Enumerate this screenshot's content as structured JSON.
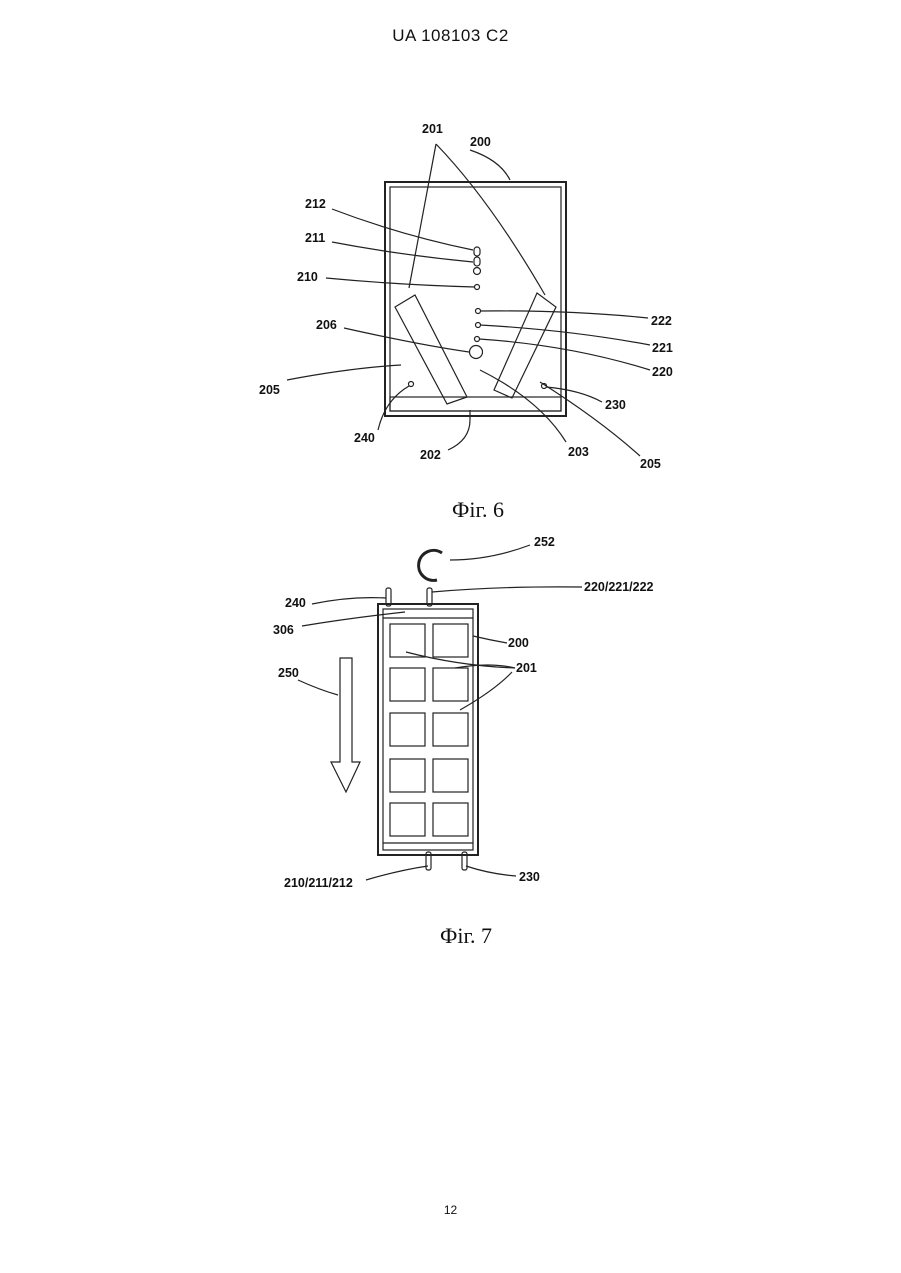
{
  "header": {
    "doc_id": "UA   108103   C2"
  },
  "page_number": "12",
  "figure6": {
    "caption": "Фіг. 6",
    "labels": {
      "l201": "201",
      "l200": "200",
      "l212": "212",
      "l211": "211",
      "l210": "210",
      "l222": "222",
      "l206": "206",
      "l221": "221",
      "l220": "220",
      "l205a": "205",
      "l230": "230",
      "l240": "240",
      "l203": "203",
      "l202": "202",
      "l205b": "205"
    }
  },
  "figure7": {
    "caption": "Фіг. 7",
    "labels": {
      "l252": "252",
      "l240": "240",
      "l220": "220/221/222",
      "l306": "306",
      "l200": "200",
      "l201": "201",
      "l250": "250",
      "l210": "210/211/212",
      "l230": "230"
    }
  }
}
